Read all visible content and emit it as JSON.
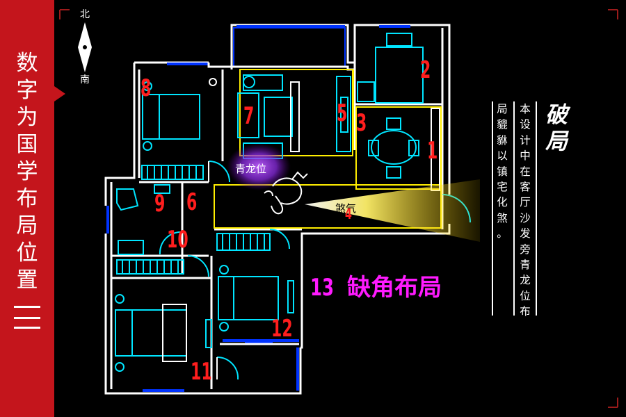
{
  "sidebar": {
    "title_chars": [
      "数",
      "字",
      "为",
      "国",
      "学",
      "布",
      "局",
      "位",
      "置"
    ],
    "title": "数字为国学布局位置三"
  },
  "compass": {
    "north": "北",
    "south": "南"
  },
  "rooms": {
    "r1": "1",
    "r2": "2",
    "r3": "3",
    "r4": "4",
    "r5": "5",
    "r6": "6",
    "r7": "7",
    "r8": "8",
    "r9": "9",
    "r10": "10",
    "r11": "11",
    "r12": "12"
  },
  "missing_corner": {
    "number": "13",
    "text": "缺角布局"
  },
  "annotations": {
    "qinglong": "青龙位",
    "shaqi": "煞气"
  },
  "panel": {
    "title": "破局",
    "col1": "本设计中在客厅沙发旁青龙位布",
    "col2": "局貔貅以镇宅化煞。"
  },
  "colors": {
    "sidebar": "#c4151c",
    "walls": "#ffffff",
    "furniture": "#00e5ff",
    "windows": "#0033ff",
    "zone_outline": "#ffee00",
    "room_numbers": "#ff1e1e",
    "missing_corner": "#ff1aff",
    "qinglong_glow": "#9b30ff",
    "shaqi_beam": "#ffe800"
  }
}
